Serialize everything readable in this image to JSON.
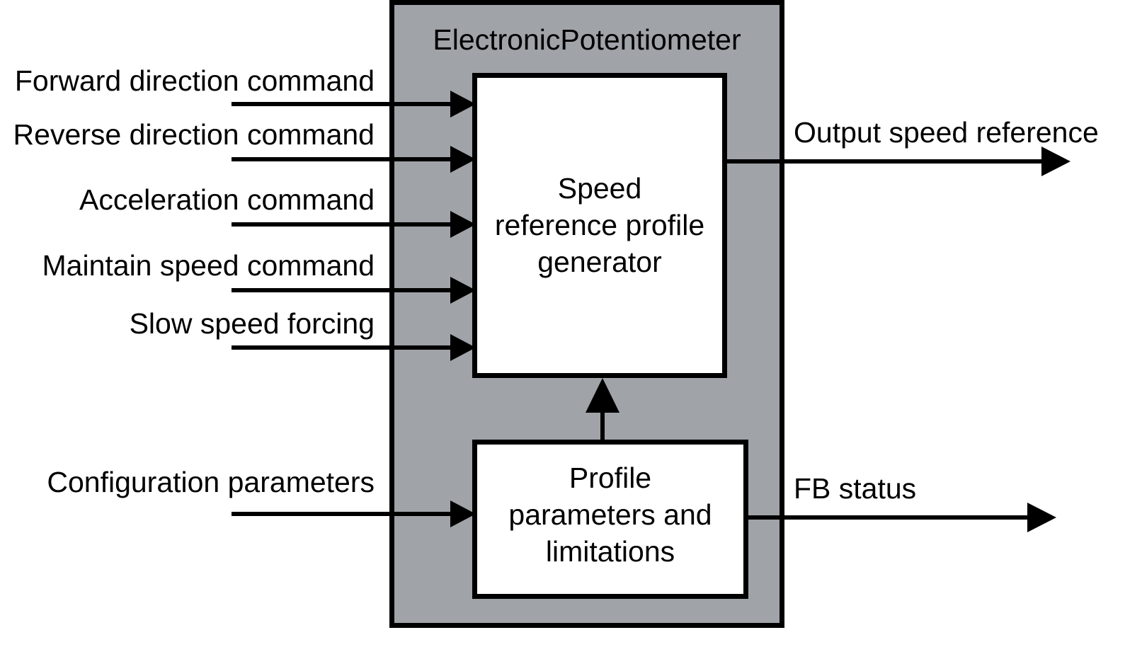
{
  "diagram": {
    "type": "block-diagram",
    "title": "ElectronicPotentiometer",
    "colors": {
      "outer_block_fill": "#a0a3a8",
      "inner_block_fill": "#ffffff",
      "line": "#000000",
      "background": "#ffffff"
    },
    "outer_block": {
      "label": "ElectronicPotentiometer"
    },
    "inner_blocks": [
      {
        "name": "speed-reference-profile-generator",
        "lines": [
          "Speed",
          "reference profile",
          "generator"
        ]
      },
      {
        "name": "profile-parameters-and-limitations",
        "lines": [
          "Profile",
          "parameters and",
          "limitations"
        ]
      }
    ],
    "inputs": [
      {
        "label": "Forward direction command",
        "target": "speed-reference-profile-generator"
      },
      {
        "label": "Reverse direction command",
        "target": "speed-reference-profile-generator"
      },
      {
        "label": "Acceleration command",
        "target": "speed-reference-profile-generator"
      },
      {
        "label": "Maintain speed command",
        "target": "speed-reference-profile-generator"
      },
      {
        "label": "Slow speed forcing",
        "target": "speed-reference-profile-generator"
      },
      {
        "label": "Configuration parameters",
        "target": "profile-parameters-and-limitations"
      }
    ],
    "outputs": [
      {
        "label": "Output speed reference",
        "source": "speed-reference-profile-generator"
      },
      {
        "label": "FB status",
        "source": "profile-parameters-and-limitations"
      }
    ],
    "internal_connections": [
      {
        "from": "profile-parameters-and-limitations",
        "to": "speed-reference-profile-generator",
        "direction": "up"
      }
    ]
  }
}
